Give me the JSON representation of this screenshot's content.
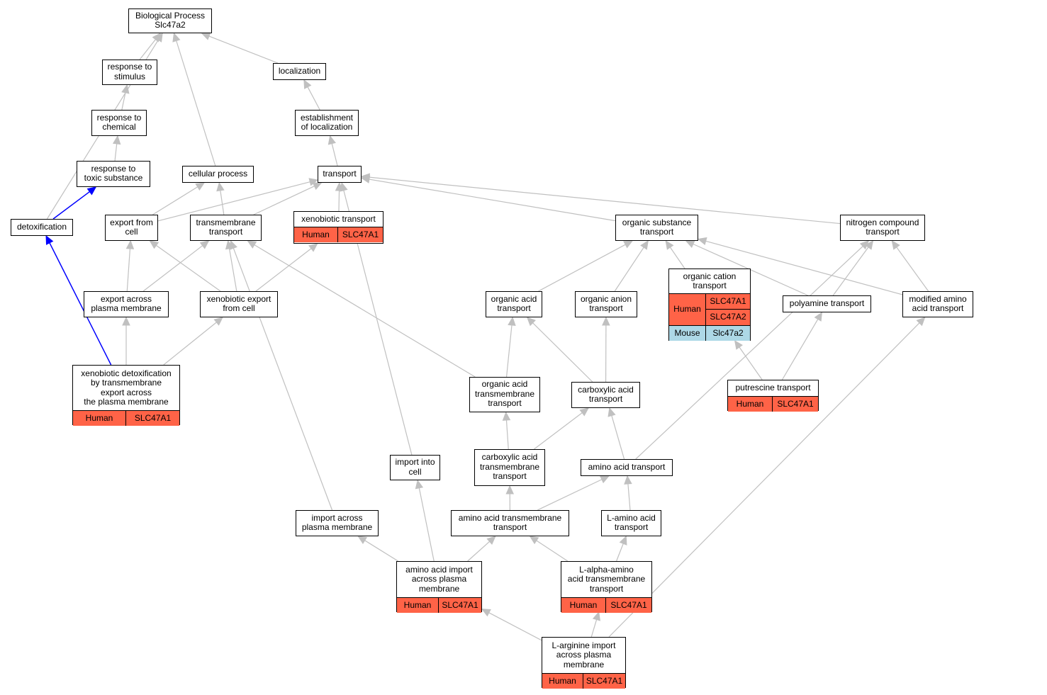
{
  "colors": {
    "edge_default": "#c0c0c0",
    "edge_highlight": "#0000ff",
    "human_fill": "#ff6347",
    "mouse_fill": "#add8e6",
    "node_border": "#000000"
  },
  "nodes": {
    "bp_root": {
      "label": "Biological Process\nSlc47a2"
    },
    "response_stimulus": {
      "label": "response to\nstimulus"
    },
    "localization": {
      "label": "localization"
    },
    "response_chemical": {
      "label": "response to\nchemical"
    },
    "establishment_localization": {
      "label": "establishment\nof localization"
    },
    "response_toxic": {
      "label": "response to\ntoxic substance"
    },
    "cellular_process": {
      "label": "cellular process"
    },
    "transport": {
      "label": "transport"
    },
    "detoxification": {
      "label": "detoxification"
    },
    "export_from_cell": {
      "label": "export from\ncell"
    },
    "transmembrane_transport": {
      "label": "transmembrane\ntransport"
    },
    "xenobiotic_transport": {
      "label": "xenobiotic transport",
      "annotations": [
        {
          "species": "Human",
          "genes": [
            "SLC47A1"
          ]
        }
      ]
    },
    "organic_substance_transport": {
      "label": "organic substance\ntransport"
    },
    "nitrogen_compound_transport": {
      "label": "nitrogen compound\ntransport"
    },
    "export_across_pm": {
      "label": "export across\nplasma membrane"
    },
    "xenobiotic_export": {
      "label": "xenobiotic export\nfrom cell"
    },
    "organic_acid_transport": {
      "label": "organic acid\ntransport"
    },
    "organic_anion_transport": {
      "label": "organic anion\ntransport"
    },
    "organic_cation_transport": {
      "label": "organic cation\ntransport",
      "annotations": [
        {
          "species": "Human",
          "genes": [
            "SLC47A1",
            "SLC47A2"
          ]
        },
        {
          "species": "Mouse",
          "genes": [
            "Slc47a2"
          ]
        }
      ]
    },
    "polyamine_transport": {
      "label": "polyamine transport"
    },
    "modified_amino_acid_transport": {
      "label": "modified amino\nacid transport"
    },
    "xenobiotic_detox": {
      "label": "xenobiotic detoxification\nby transmembrane\nexport across\nthe plasma membrane",
      "annotations": [
        {
          "species": "Human",
          "genes": [
            "SLC47A1"
          ]
        }
      ]
    },
    "organic_acid_tm_transport": {
      "label": "organic acid\ntransmembrane\ntransport"
    },
    "carboxylic_acid_transport": {
      "label": "carboxylic acid\ntransport"
    },
    "putrescine_transport": {
      "label": "putrescine transport",
      "annotations": [
        {
          "species": "Human",
          "genes": [
            "SLC47A1"
          ]
        }
      ]
    },
    "import_into_cell": {
      "label": "import into\ncell"
    },
    "carboxylic_acid_tm_transport": {
      "label": "carboxylic acid\ntransmembrane\ntransport"
    },
    "amino_acid_transport": {
      "label": "amino acid transport"
    },
    "import_across_pm": {
      "label": "import across\nplasma membrane"
    },
    "amino_acid_tm_transport": {
      "label": "amino acid transmembrane\ntransport"
    },
    "l_amino_acid_transport": {
      "label": "L-amino acid\ntransport"
    },
    "amino_acid_import": {
      "label": "amino acid import\nacross plasma\nmembrane",
      "annotations": [
        {
          "species": "Human",
          "genes": [
            "SLC47A1"
          ]
        }
      ]
    },
    "l_alpha_amino": {
      "label": "L-alpha-amino\nacid transmembrane\ntransport",
      "annotations": [
        {
          "species": "Human",
          "genes": [
            "SLC47A1"
          ]
        }
      ]
    },
    "l_arginine_import": {
      "label": "L-arginine import\nacross plasma\nmembrane",
      "annotations": [
        {
          "species": "Human",
          "genes": [
            "SLC47A1"
          ]
        }
      ]
    }
  },
  "edges": [
    {
      "from": "response_stimulus",
      "to": "bp_root"
    },
    {
      "from": "localization",
      "to": "bp_root"
    },
    {
      "from": "cellular_process",
      "to": "bp_root"
    },
    {
      "from": "detoxification",
      "to": "bp_root"
    },
    {
      "from": "response_chemical",
      "to": "response_stimulus"
    },
    {
      "from": "response_toxic",
      "to": "response_chemical"
    },
    {
      "from": "detoxification",
      "to": "response_toxic",
      "highlight": true
    },
    {
      "from": "xenobiotic_detox",
      "to": "detoxification",
      "highlight": true
    },
    {
      "from": "establishment_localization",
      "to": "localization"
    },
    {
      "from": "transport",
      "to": "establishment_localization"
    },
    {
      "from": "export_from_cell",
      "to": "cellular_process"
    },
    {
      "from": "transmembrane_transport",
      "to": "cellular_process"
    },
    {
      "from": "export_from_cell",
      "to": "transport"
    },
    {
      "from": "transmembrane_transport",
      "to": "transport"
    },
    {
      "from": "xenobiotic_transport",
      "to": "transport"
    },
    {
      "from": "organic_substance_transport",
      "to": "transport"
    },
    {
      "from": "nitrogen_compound_transport",
      "to": "transport"
    },
    {
      "from": "import_into_cell",
      "to": "transport"
    },
    {
      "from": "export_across_pm",
      "to": "export_from_cell"
    },
    {
      "from": "xenobiotic_export",
      "to": "export_from_cell"
    },
    {
      "from": "export_across_pm",
      "to": "transmembrane_transport"
    },
    {
      "from": "xenobiotic_export",
      "to": "transmembrane_transport"
    },
    {
      "from": "xenobiotic_export",
      "to": "xenobiotic_transport"
    },
    {
      "from": "organic_acid_tm_transport",
      "to": "transmembrane_transport"
    },
    {
      "from": "import_across_pm",
      "to": "transmembrane_transport"
    },
    {
      "from": "xenobiotic_detox",
      "to": "export_across_pm"
    },
    {
      "from": "xenobiotic_detox",
      "to": "xenobiotic_export"
    },
    {
      "from": "organic_acid_transport",
      "to": "organic_substance_transport"
    },
    {
      "from": "organic_anion_transport",
      "to": "organic_substance_transport"
    },
    {
      "from": "organic_cation_transport",
      "to": "organic_substance_transport"
    },
    {
      "from": "polyamine_transport",
      "to": "organic_substance_transport"
    },
    {
      "from": "modified_amino_acid_transport",
      "to": "organic_substance_transport"
    },
    {
      "from": "polyamine_transport",
      "to": "nitrogen_compound_transport"
    },
    {
      "from": "modified_amino_acid_transport",
      "to": "nitrogen_compound_transport"
    },
    {
      "from": "amino_acid_transport",
      "to": "nitrogen_compound_transport"
    },
    {
      "from": "organic_acid_tm_transport",
      "to": "organic_acid_transport"
    },
    {
      "from": "carboxylic_acid_transport",
      "to": "organic_acid_transport"
    },
    {
      "from": "carboxylic_acid_transport",
      "to": "organic_anion_transport"
    },
    {
      "from": "putrescine_transport",
      "to": "organic_cation_transport"
    },
    {
      "from": "putrescine_transport",
      "to": "polyamine_transport"
    },
    {
      "from": "carboxylic_acid_tm_transport",
      "to": "organic_acid_tm_transport"
    },
    {
      "from": "carboxylic_acid_tm_transport",
      "to": "carboxylic_acid_transport"
    },
    {
      "from": "amino_acid_transport",
      "to": "carboxylic_acid_transport"
    },
    {
      "from": "amino_acid_tm_transport",
      "to": "carboxylic_acid_tm_transport"
    },
    {
      "from": "amino_acid_tm_transport",
      "to": "amino_acid_transport"
    },
    {
      "from": "l_amino_acid_transport",
      "to": "amino_acid_transport"
    },
    {
      "from": "amino_acid_import",
      "to": "import_across_pm"
    },
    {
      "from": "amino_acid_import",
      "to": "import_into_cell"
    },
    {
      "from": "amino_acid_import",
      "to": "amino_acid_tm_transport"
    },
    {
      "from": "l_alpha_amino",
      "to": "amino_acid_tm_transport"
    },
    {
      "from": "l_alpha_amino",
      "to": "l_amino_acid_transport"
    },
    {
      "from": "l_arginine_import",
      "to": "amino_acid_import"
    },
    {
      "from": "l_arginine_import",
      "to": "l_alpha_amino"
    },
    {
      "from": "l_arginine_import",
      "to": "modified_amino_acid_transport"
    }
  ]
}
